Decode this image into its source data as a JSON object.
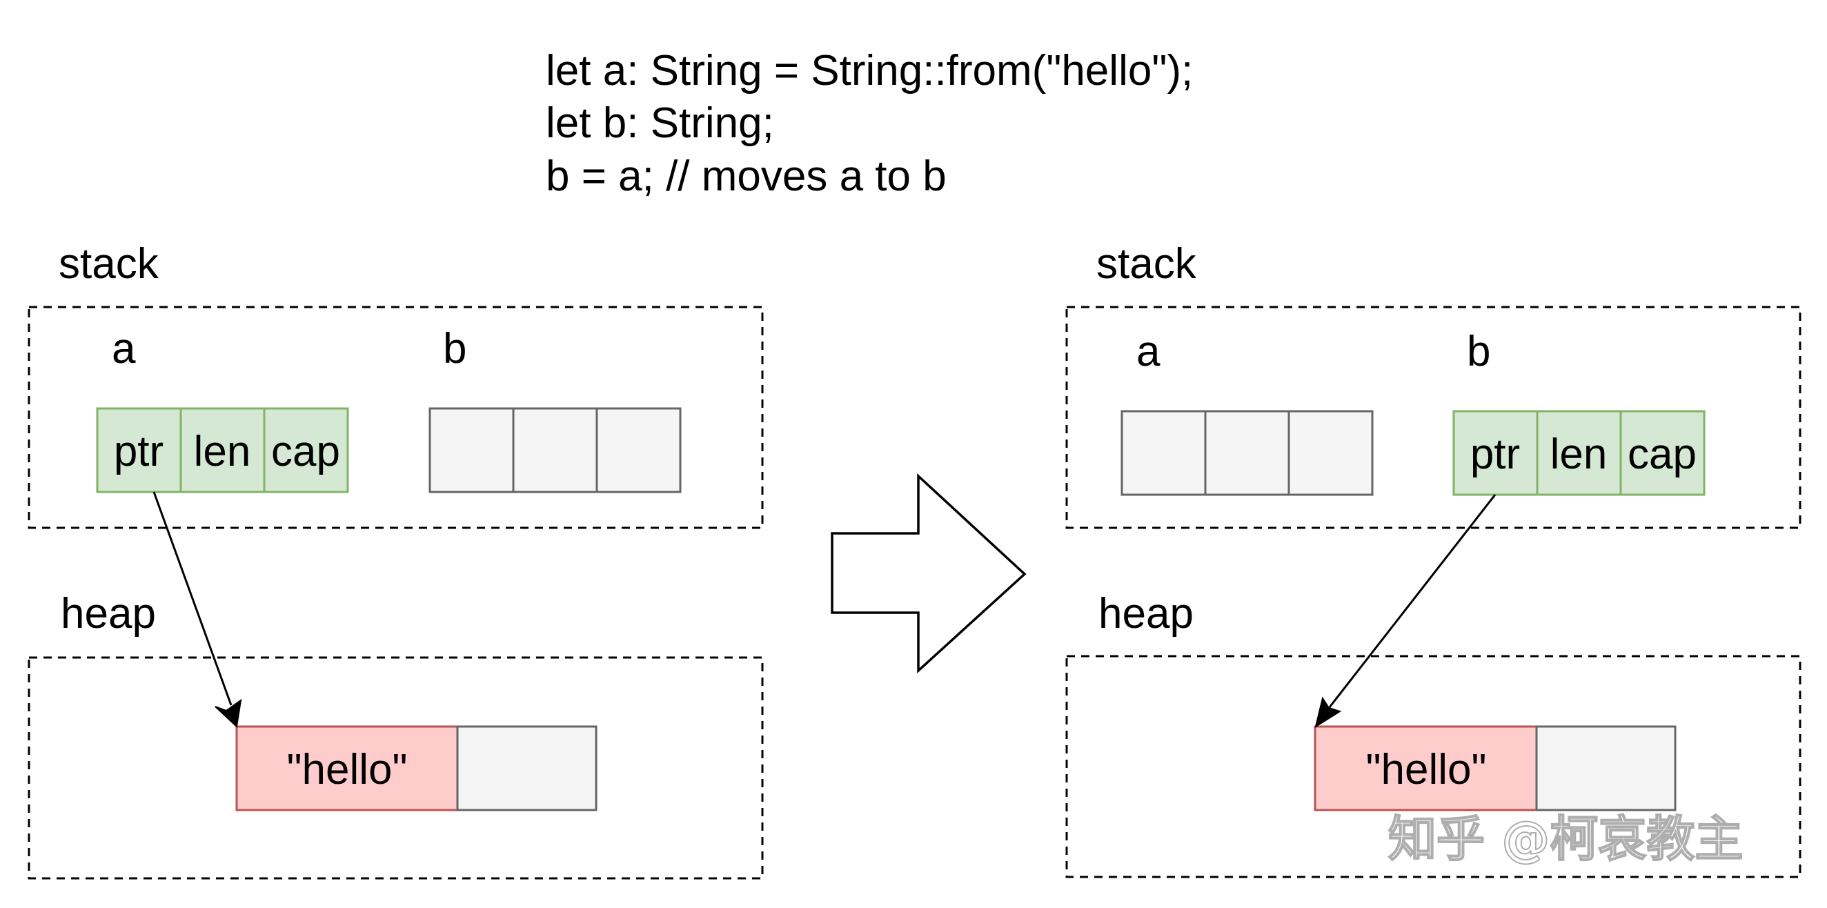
{
  "code": {
    "lines": [
      "let a: String = String::from(\"hello\");",
      "let b: String;",
      "b = a;  // moves a to b"
    ]
  },
  "before": {
    "stack_label": "stack",
    "heap_label": "heap",
    "var_a": {
      "label": "a",
      "cells": [
        "ptr",
        "len",
        "cap"
      ]
    },
    "var_b": {
      "label": "b",
      "cells": [
        "",
        "",
        ""
      ]
    },
    "heap_value": "\"hello\""
  },
  "after": {
    "stack_label": "stack",
    "heap_label": "heap",
    "var_a": {
      "label": "a",
      "cells": [
        "",
        "",
        ""
      ]
    },
    "var_b": {
      "label": "b",
      "cells": [
        "ptr",
        "len",
        "cap"
      ]
    },
    "heap_value": "\"hello\""
  },
  "watermark": "知乎 @柯哀教主",
  "colors": {
    "owned_cell_fill": "#d5e8d4",
    "owned_cell_border": "#82b366",
    "empty_cell_fill": "#f5f5f5",
    "empty_cell_border": "#666666",
    "heap_value_fill": "#ffcccc",
    "heap_value_border": "#b85450"
  }
}
